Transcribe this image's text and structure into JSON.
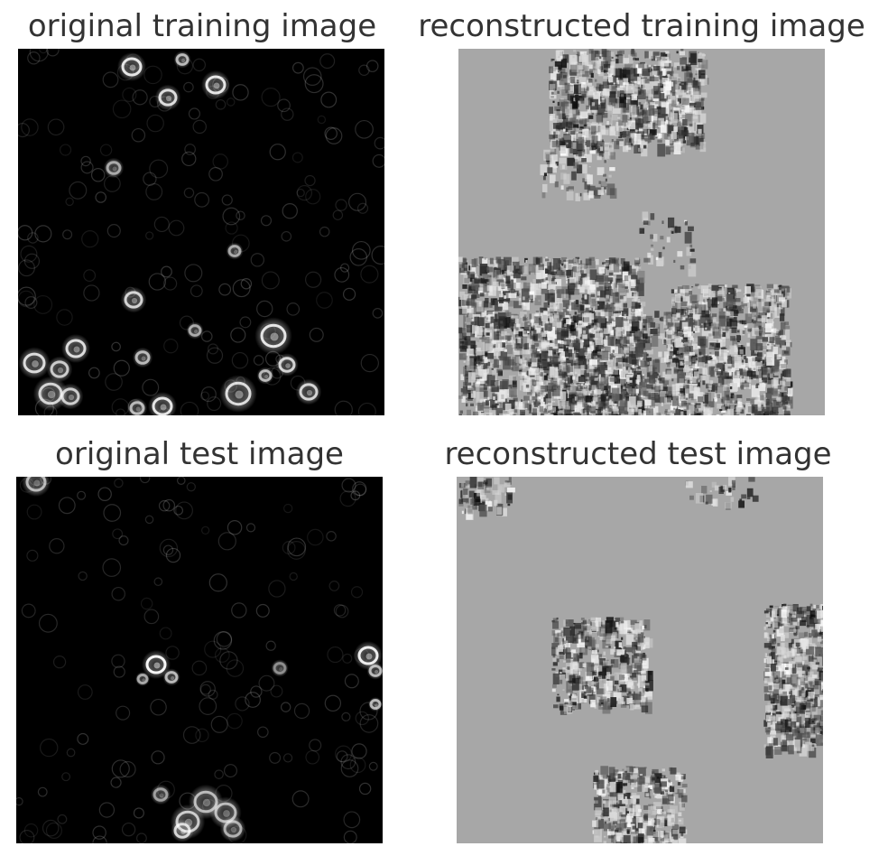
{
  "figure": {
    "panels": [
      {
        "title": "original training image",
        "kind": "original"
      },
      {
        "title": "reconstructed training image",
        "kind": "reconstructed"
      },
      {
        "title": "original test image",
        "kind": "original"
      },
      {
        "title": "reconstructed test image",
        "kind": "reconstructed"
      }
    ]
  },
  "colors": {
    "original_background": "#000000",
    "reconstructed_background": "#a7a7a7",
    "cell_highlight": "#ffffff",
    "dark_artifact": "#101010",
    "title_text": "#333333"
  }
}
